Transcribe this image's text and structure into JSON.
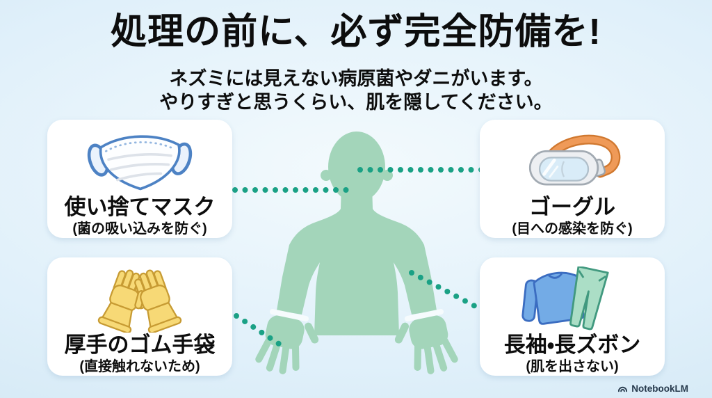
{
  "header": {
    "title": "処理の前に、必ず完全防備を!",
    "subtitle1": "ネズミには見えない病原菌やダニがいます。",
    "subtitle2": "やりすぎと思うくらい、肌を隠してください。"
  },
  "cards": [
    {
      "id": "mask",
      "icon": "face-mask-icon",
      "title": "使い捨てマスク",
      "note": "(菌の吸い込みを防ぐ)"
    },
    {
      "id": "goggles",
      "icon": "goggles-icon",
      "title": "ゴーグル",
      "note": "(目への感染を防ぐ)"
    },
    {
      "id": "gloves",
      "icon": "rubber-gloves-icon",
      "title": "厚手のゴム手袋",
      "note": "(直接触れないため)"
    },
    {
      "id": "clothing",
      "icon": "long-sleeve-pants-icon",
      "title": "長袖・長ズボン",
      "note": "(肌を出さない)"
    }
  ],
  "figure": {
    "description": "person-silhouette",
    "connectors": [
      "mask-to-face",
      "goggles-to-eyes",
      "gloves-to-left-hand",
      "clothing-to-right-arm"
    ]
  },
  "colors": {
    "background_top": "#e0f0fa",
    "background_bottom": "#cde4f2",
    "body_green": "#a3d5ba",
    "dot_teal": "#1aa185",
    "mask_blue": "#4d82c4",
    "strap_orange": "#ef9a58",
    "glove_yellow": "#f7d976",
    "shirt_blue": "#73abe6",
    "pants_green": "#abdec6",
    "text_black": "#0d0d0d"
  },
  "footer": {
    "brand": "NotebookLM"
  }
}
